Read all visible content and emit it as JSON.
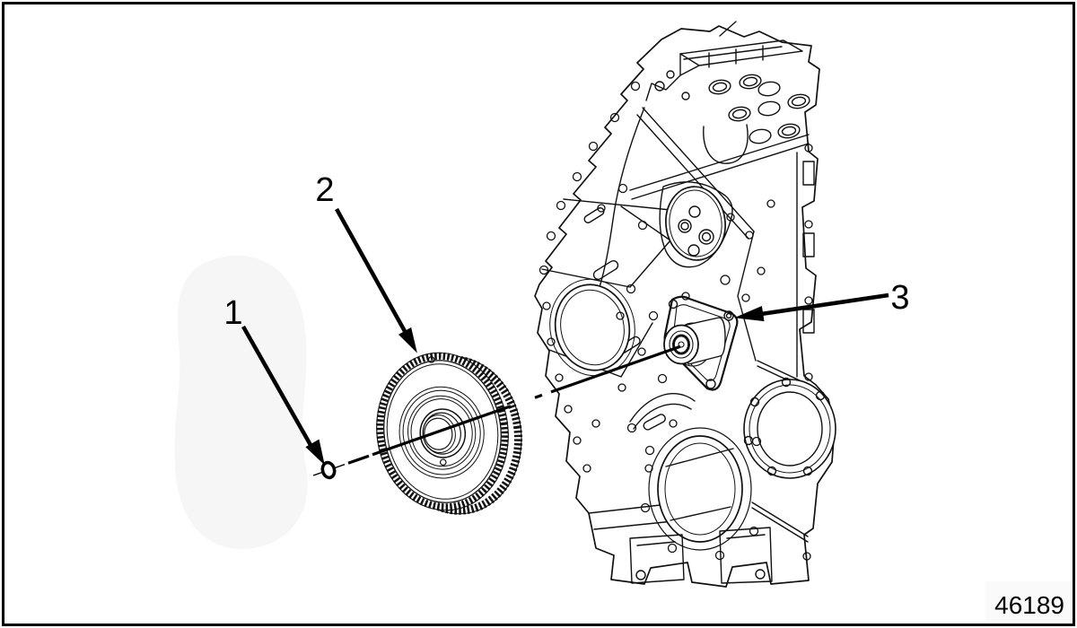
{
  "figure": {
    "number": "46189"
  },
  "callouts": [
    {
      "id": "1"
    },
    {
      "id": "2"
    },
    {
      "id": "3"
    }
  ],
  "colors": {
    "line": "#000000",
    "background": "#ffffff",
    "frame_border": "#000000",
    "ghost_shadow": "#f6f6f6"
  }
}
